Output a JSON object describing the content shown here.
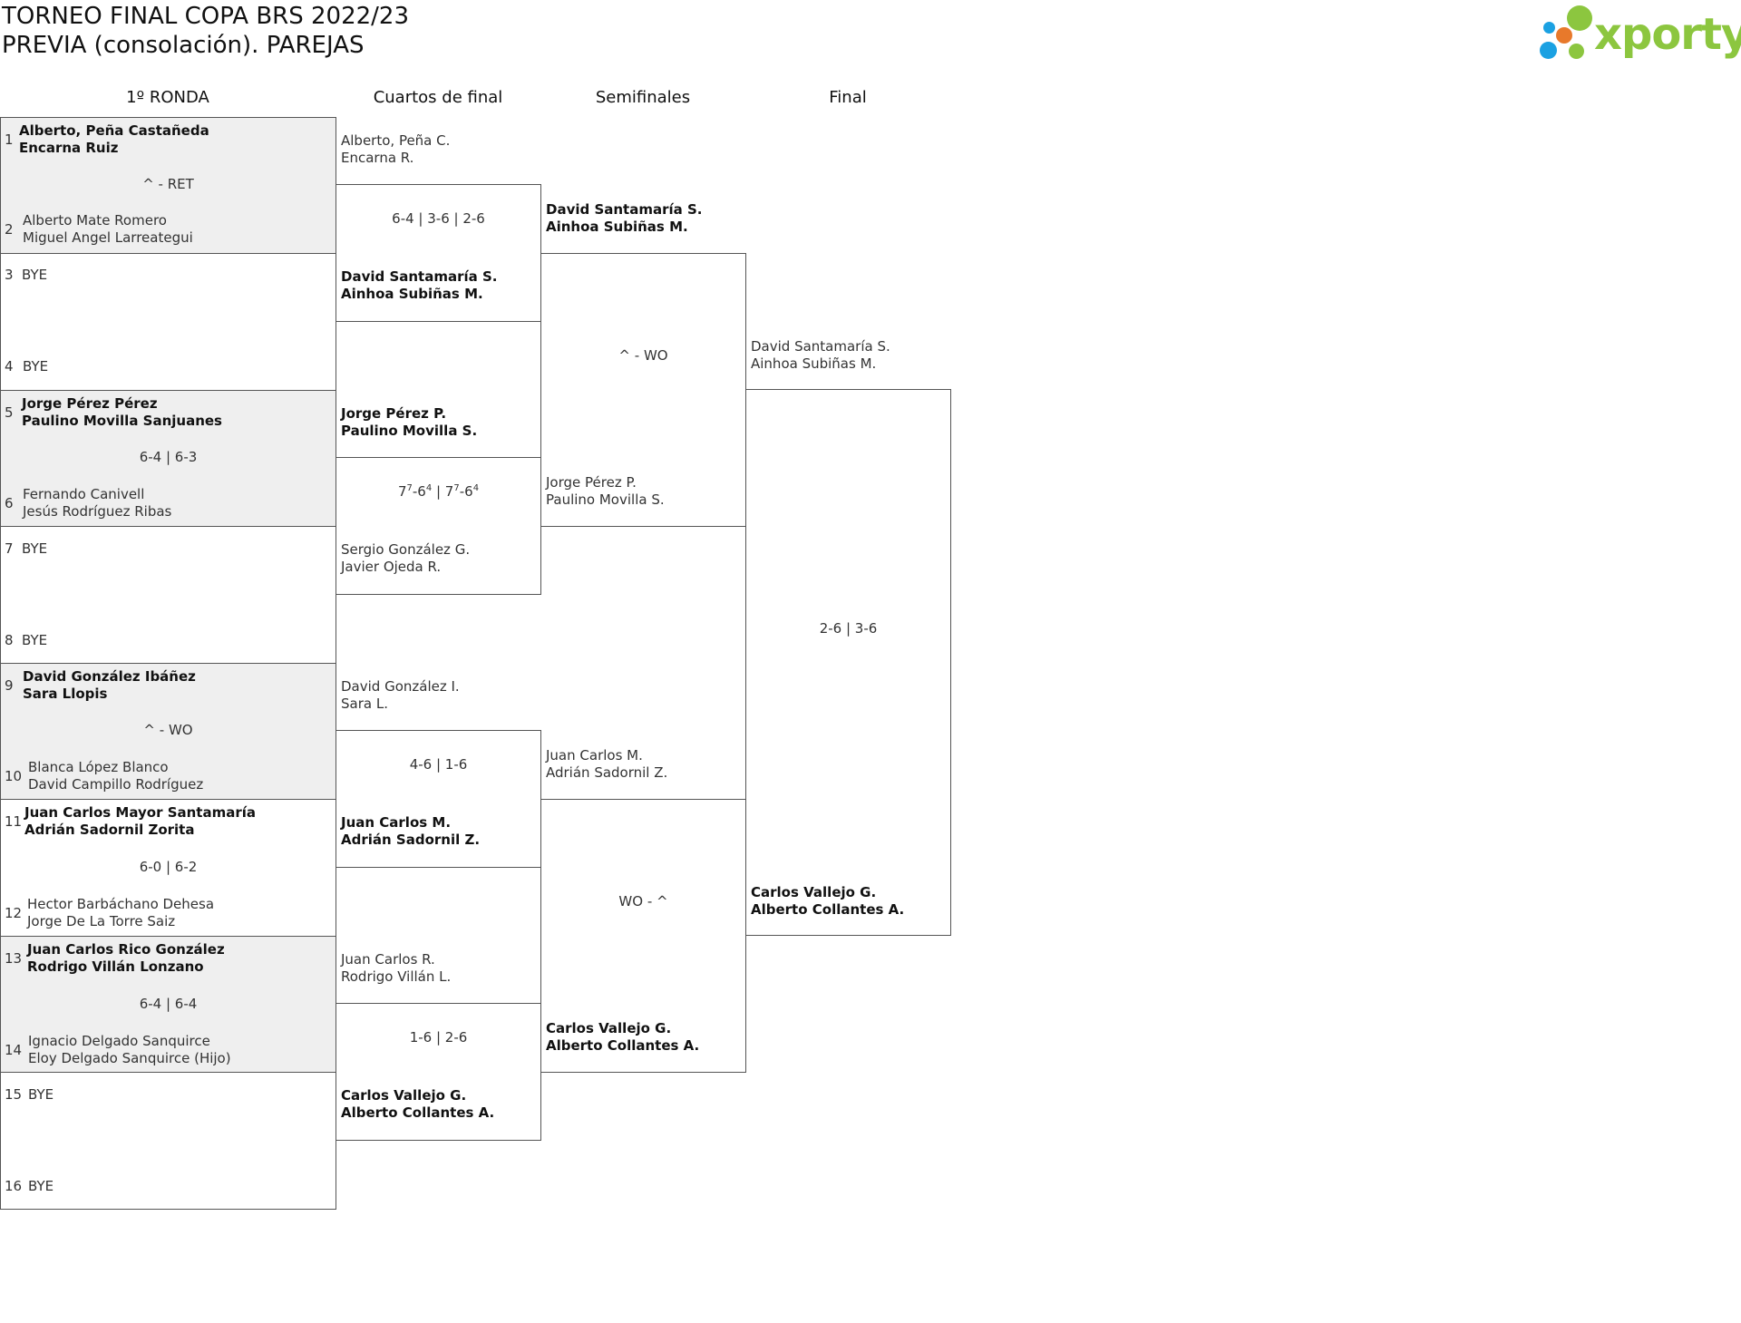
{
  "header": {
    "title": "TORNEO FINAL COPA BRS 2022/23",
    "subtitle": "PREVIA (consolación). PAREJAS",
    "logo_text": "xporty",
    "logo_color": "#8cc63f",
    "logo_dot_colors": [
      "#8cc63f",
      "#e8792b",
      "#1ba1e2"
    ]
  },
  "rounds": [
    "1º RONDA",
    "Cuartos de final",
    "Semifinales",
    "Final"
  ],
  "first_round": {
    "seeds": [
      "1",
      "2",
      "3",
      "4",
      "5",
      "6",
      "7",
      "8",
      "9",
      "10",
      "11",
      "12",
      "13",
      "14",
      "15",
      "16"
    ],
    "bye_label": "BYE",
    "matches": [
      {
        "top": [
          "Alberto, Peña Castañeda",
          "Encarna Ruiz"
        ],
        "bottom": [
          "Alberto Mate Romero",
          "Miguel Angel Larreategui"
        ],
        "score": "^ - RET"
      },
      {
        "top": [
          "Jorge Pérez Pérez",
          "Paulino Movilla Sanjuanes"
        ],
        "bottom": [
          "Fernando Canivell",
          "Jesús Rodríguez Ribas"
        ],
        "score": "6-4 | 6-3"
      },
      {
        "top": [
          "David González Ibáñez",
          "Sara Llopis"
        ],
        "bottom": [
          "Blanca López Blanco",
          "David Campillo Rodríguez"
        ],
        "score": "^ - WO"
      },
      {
        "top": [
          "Juan Carlos Mayor Santamaría",
          "Adrián Sadornil Zorita"
        ],
        "bottom": [
          "Hector Barbáchano Dehesa",
          "Jorge De La Torre Saiz"
        ],
        "score": "6-0 | 6-2"
      },
      {
        "top": [
          "Juan Carlos Rico González",
          "Rodrigo Villán Lonzano"
        ],
        "bottom": [
          "Ignacio Delgado Sanquirce",
          "Eloy Delgado Sanquirce (Hijo)"
        ],
        "score": "6-4 | 6-4"
      }
    ]
  },
  "quarterfinals": {
    "pairs": [
      [
        "Alberto, Peña C.",
        "Encarna R."
      ],
      [
        "David Santamaría S.",
        "Ainhoa Subiñas M."
      ],
      [
        "Jorge Pérez P.",
        "Paulino Movilla S."
      ],
      [
        "Sergio González G.",
        "Javier Ojeda R."
      ],
      [
        "David González I.",
        "Sara L."
      ],
      [
        "Juan Carlos M.",
        "Adrián Sadornil Z."
      ],
      [
        "Juan Carlos R.",
        "Rodrigo Villán L."
      ],
      [
        "Carlos Vallejo G.",
        "Alberto Collantes A."
      ]
    ],
    "scores": [
      "6-4 | 3-6 | 2-6",
      "",
      "4-6 | 1-6",
      "1-6 | 2-6"
    ],
    "score_tiebreak": {
      "a": "7",
      "a_sup": "7",
      "b": "6",
      "b_sup": "4",
      "sep": " | "
    }
  },
  "semifinals": {
    "pairs": [
      [
        "David Santamaría S.",
        "Ainhoa Subiñas M."
      ],
      [
        "Jorge Pérez P.",
        "Paulino Movilla S."
      ],
      [
        "Juan Carlos M.",
        "Adrián Sadornil Z."
      ],
      [
        "Carlos Vallejo G.",
        "Alberto Collantes A."
      ]
    ],
    "scores": [
      "^ - WO",
      "WO - ^"
    ]
  },
  "final": {
    "pairs": [
      [
        "David Santamaría S.",
        "Ainhoa Subiñas M."
      ],
      [
        "Carlos Vallejo G.",
        "Alberto Collantes A."
      ]
    ],
    "score": "2-6 | 3-6"
  }
}
